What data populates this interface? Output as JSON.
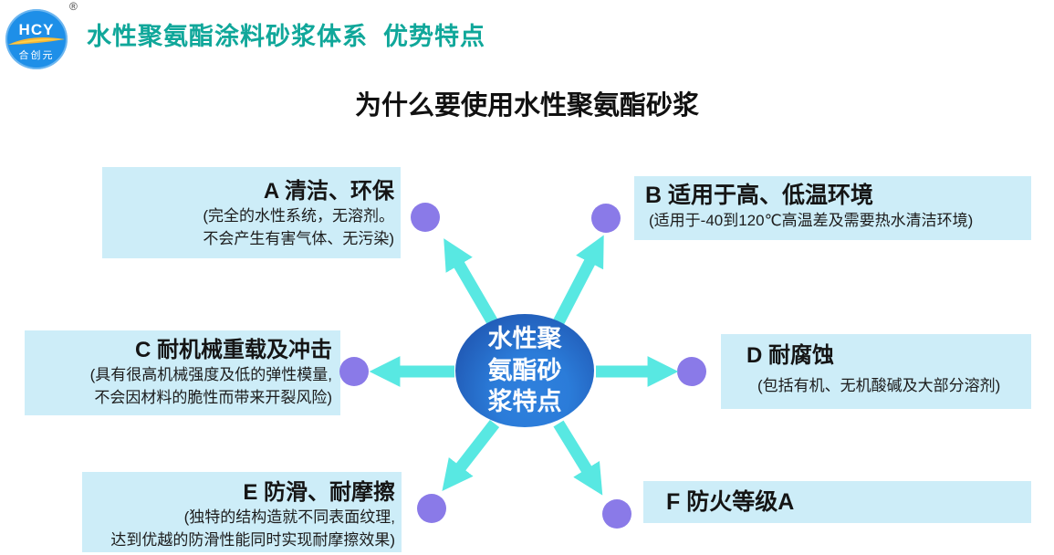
{
  "colors": {
    "title_teal": "#10a79a",
    "box_bg": "#cdedf8",
    "arrow_cyan": "#58e8e2",
    "dot_purple": "#8a7ae8",
    "center_blue_dark": "#1d4da8",
    "center_blue_light": "#2b7cd9",
    "logo_blue": "#1e8fe8",
    "logo_swoosh_yellow": "#f5b635",
    "text_black": "#151515"
  },
  "header": {
    "logo": {
      "abbr": "HCY",
      "name": "合创元",
      "registered": "®"
    },
    "title": "水性聚氨酯涂料砂浆体系  优势特点"
  },
  "subtitle": "为什么要使用水性聚氨酯砂浆",
  "center": {
    "line1": "水性聚",
    "line2": "氨酯砂",
    "line3": "浆特点"
  },
  "features": [
    {
      "id": "A",
      "title": "A 清洁、环保",
      "line1": "(完全的水性系统，无溶剂。",
      "line2": "不会产生有害气体、无污染)"
    },
    {
      "id": "B",
      "title": "B 适用于高、低温环境",
      "line1": "(适用于-40到120℃高温差及需要热水清洁环境)",
      "line2": ""
    },
    {
      "id": "C",
      "title": "C 耐机械重载及冲击",
      "line1": "(具有很高机械强度及低的弹性模量,",
      "line2": "不会因材料的脆性而带来开裂风险)"
    },
    {
      "id": "D",
      "title": "D 耐腐蚀",
      "line1": "(包括有机、无机酸碱及大部分溶剂)",
      "line2": ""
    },
    {
      "id": "E",
      "title": "E 防滑、耐摩擦",
      "line1": "(独特的结构造就不同表面纹理,",
      "line2": "达到优越的防滑性能同时实现耐摩擦效果)"
    },
    {
      "id": "F",
      "title": "F 防火等级A",
      "line1": "",
      "line2": ""
    }
  ]
}
